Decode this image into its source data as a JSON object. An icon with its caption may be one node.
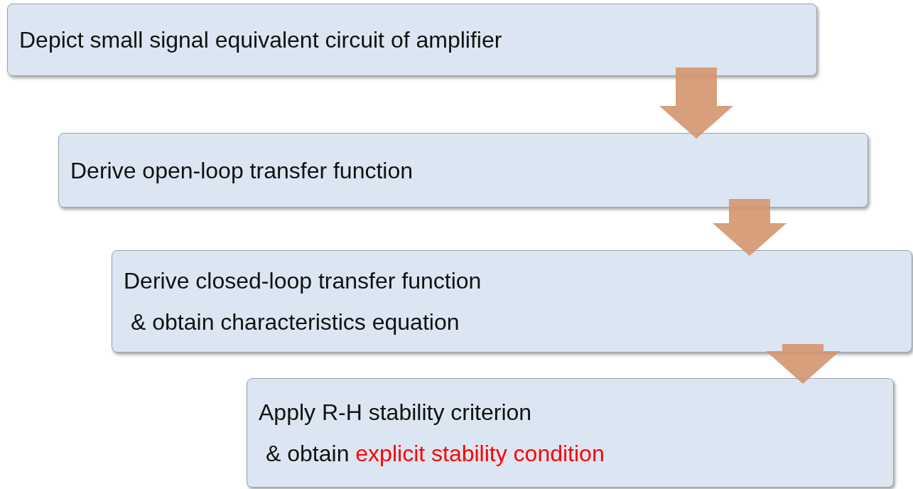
{
  "diagram": {
    "nodes": [
      {
        "text": [
          "Depict small signal equivalent circuit of amplifier"
        ]
      },
      {
        "text": [
          "Derive open-loop transfer function"
        ]
      },
      {
        "text": [
          "Derive closed-loop transfer function",
          "& obtain characteristics equation"
        ]
      },
      {
        "text": [
          "Apply R-H stability criterion",
          "&  obtain *explicit stability condition*"
        ]
      }
    ],
    "edges": [
      {
        "from": 0,
        "to": 1,
        "arrow": "to"
      },
      {
        "from": 1,
        "to": 2,
        "arrow": "to"
      },
      {
        "from": 2,
        "to": 3,
        "arrow": "to"
      }
    ]
  }
}
